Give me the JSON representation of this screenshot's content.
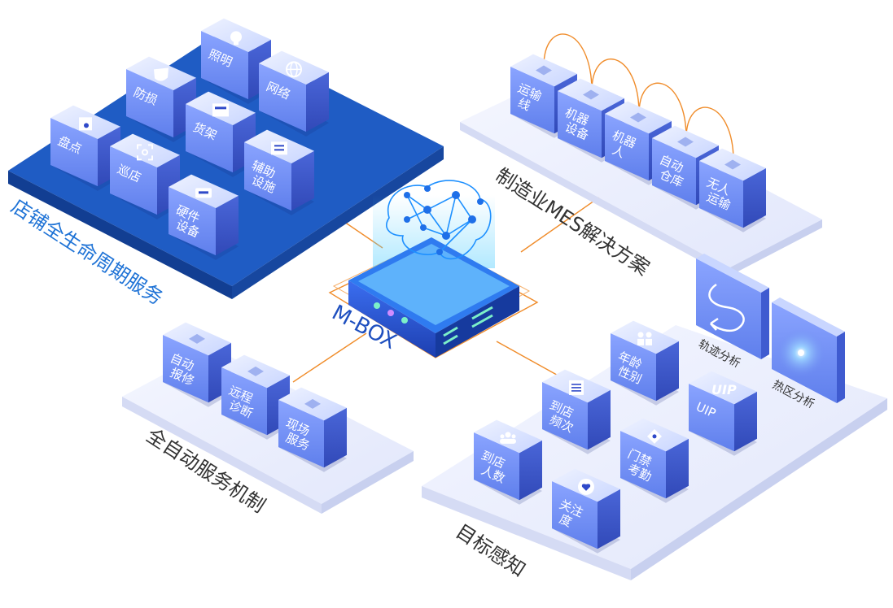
{
  "center": {
    "label": "M-BOX"
  },
  "platforms": {
    "store": {
      "title": "店铺全生命周期服务",
      "cubes": [
        {
          "lines": [
            "照明"
          ],
          "icon": "bulb-icon"
        },
        {
          "lines": [
            "防损"
          ],
          "icon": "shield-icon"
        },
        {
          "lines": [
            "网络"
          ],
          "icon": "globe-icon"
        },
        {
          "lines": [
            "盘点"
          ],
          "icon": "inventory-icon"
        },
        {
          "lines": [
            "货架"
          ],
          "icon": "shelf-icon"
        },
        {
          "lines": [
            "巡店"
          ],
          "icon": "scan-icon"
        },
        {
          "lines": [
            "辅助",
            "设施"
          ],
          "icon": "document-icon"
        },
        {
          "lines": [
            "硬件",
            "设备"
          ],
          "icon": "hardware-icon"
        }
      ]
    },
    "mes": {
      "title": "制造业MES解决方案",
      "cubes": [
        {
          "lines": [
            "运输",
            "线"
          ]
        },
        {
          "lines": [
            "机器",
            "设备"
          ]
        },
        {
          "lines": [
            "机器",
            "人"
          ]
        },
        {
          "lines": [
            "自动",
            "仓库"
          ]
        },
        {
          "lines": [
            "无人",
            "运输"
          ]
        }
      ]
    },
    "auto": {
      "title": "全自动服务机制",
      "cubes": [
        {
          "lines": [
            "自动",
            "报修"
          ]
        },
        {
          "lines": [
            "远程",
            "诊断"
          ]
        },
        {
          "lines": [
            "现场",
            "服务"
          ]
        }
      ]
    },
    "target": {
      "title": "目标感知",
      "panels": [
        {
          "label": "轨迹分析",
          "icon": "trajectory-icon"
        },
        {
          "label": "热区分析",
          "icon": "heatmap-icon"
        }
      ],
      "cubes": [
        {
          "lines": [
            "年龄",
            "性别"
          ],
          "icon": "people-icon"
        },
        {
          "lines": [
            "UIP"
          ],
          "icon": "uip-logo-icon",
          "icon_text": "UIP"
        },
        {
          "lines": [
            "到店",
            "频次"
          ],
          "icon": "list-icon"
        },
        {
          "lines": [
            "门禁",
            "考勤"
          ],
          "icon": "key-tag-icon"
        },
        {
          "lines": [
            "到店",
            "人数"
          ],
          "icon": "group-icon"
        },
        {
          "lines": [
            "关注",
            "度"
          ],
          "icon": "heart-icon"
        }
      ]
    }
  },
  "colors": {
    "store_platform": "#1f5cc4",
    "cube_front": "#6f8ef2",
    "cube_top": "#dde6ff",
    "store_title": "#1f73d6",
    "label": "#333333",
    "connector": "#f08c2a"
  }
}
